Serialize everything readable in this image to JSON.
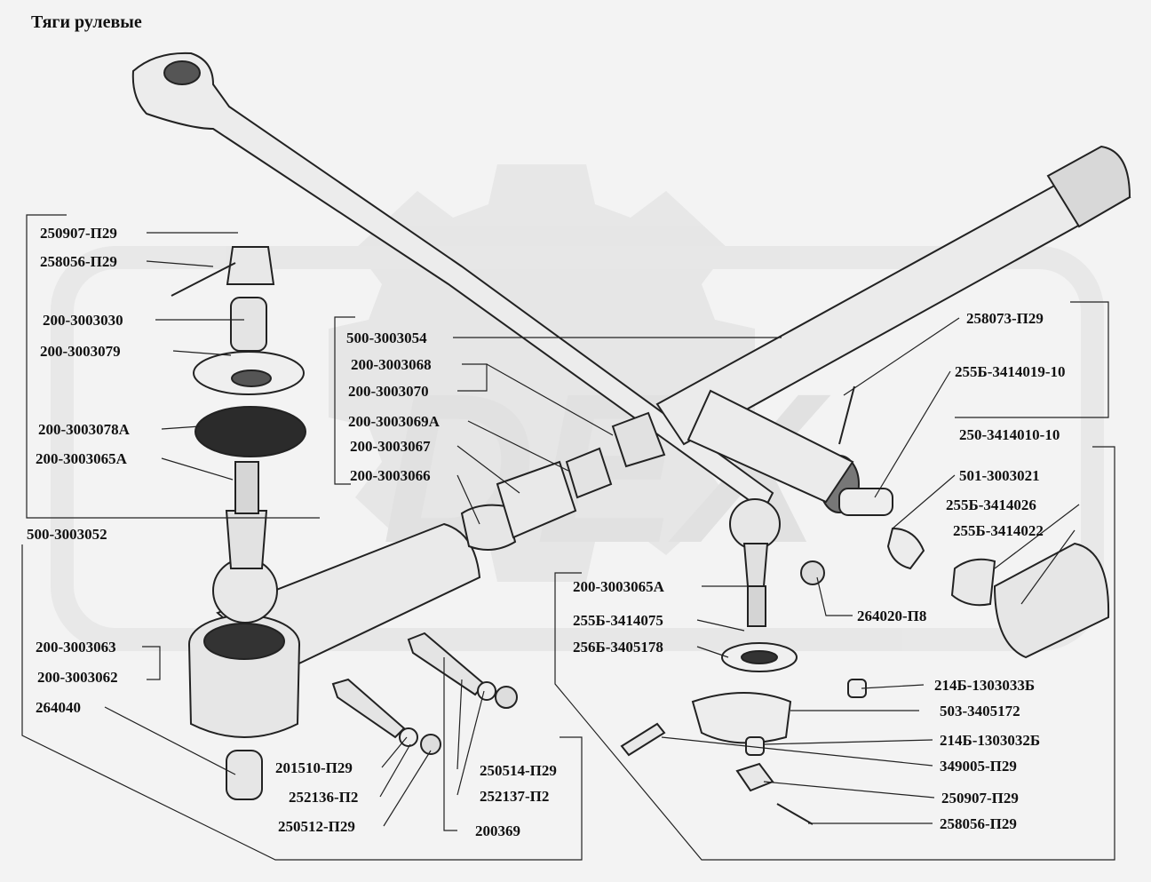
{
  "title": "Тяги рулевые",
  "watermark": {
    "text": "DEX",
    "color": "#d4d4d4"
  },
  "colors": {
    "ink": "#222222",
    "paper": "#f3f3f3",
    "part_fill": "#efefef",
    "part_shade": "#444444"
  },
  "labels": {
    "l_250907_a": "250907-П29",
    "l_258056_a": "258056-П29",
    "l_200_3003030": "200-3003030",
    "l_200_3003079": "200-3003079",
    "l_200_3003078A": "200-3003078А",
    "l_200_3003065A_a": "200-3003065А",
    "l_500_3003052": "500-3003052",
    "l_200_3003063": "200-3003063",
    "l_200_3003062": "200-3003062",
    "l_264040": "264040",
    "l_201510": "201510-П29",
    "l_252136": "252136-П2",
    "l_250512": "250512-П29",
    "l_200369": "200369",
    "l_250514": "250514-П29",
    "l_252137": "252137-П2",
    "l_500_3003054": "500-3003054",
    "l_200_3003068": "200-3003068",
    "l_200_3003070": "200-3003070",
    "l_200_3003069A": "200-3003069А",
    "l_200_3003067": "200-3003067",
    "l_200_3003066": "200-3003066",
    "l_258073": "258073-П29",
    "l_255B_3414019": "255Б-3414019-10",
    "l_250_3414010": "250-3414010-10",
    "l_501_3003021": "501-3003021",
    "l_255B_3414026": "255Б-3414026",
    "l_255B_3414022": "255Б-3414022",
    "l_200_3003065A_b": "200-3003065А",
    "l_264020": "264020-П8",
    "l_255B_3414075": "255Б-3414075",
    "l_256B_3405178": "256Б-3405178",
    "l_214B_3303033": "214Б-1303033Б",
    "l_503_3405172": "503-3405172",
    "l_214B_3303032": "214Б-1303032Б",
    "l_349005": "349005-П29",
    "l_250907_b": "250907-П29",
    "l_258056_b": "258056-П29"
  }
}
